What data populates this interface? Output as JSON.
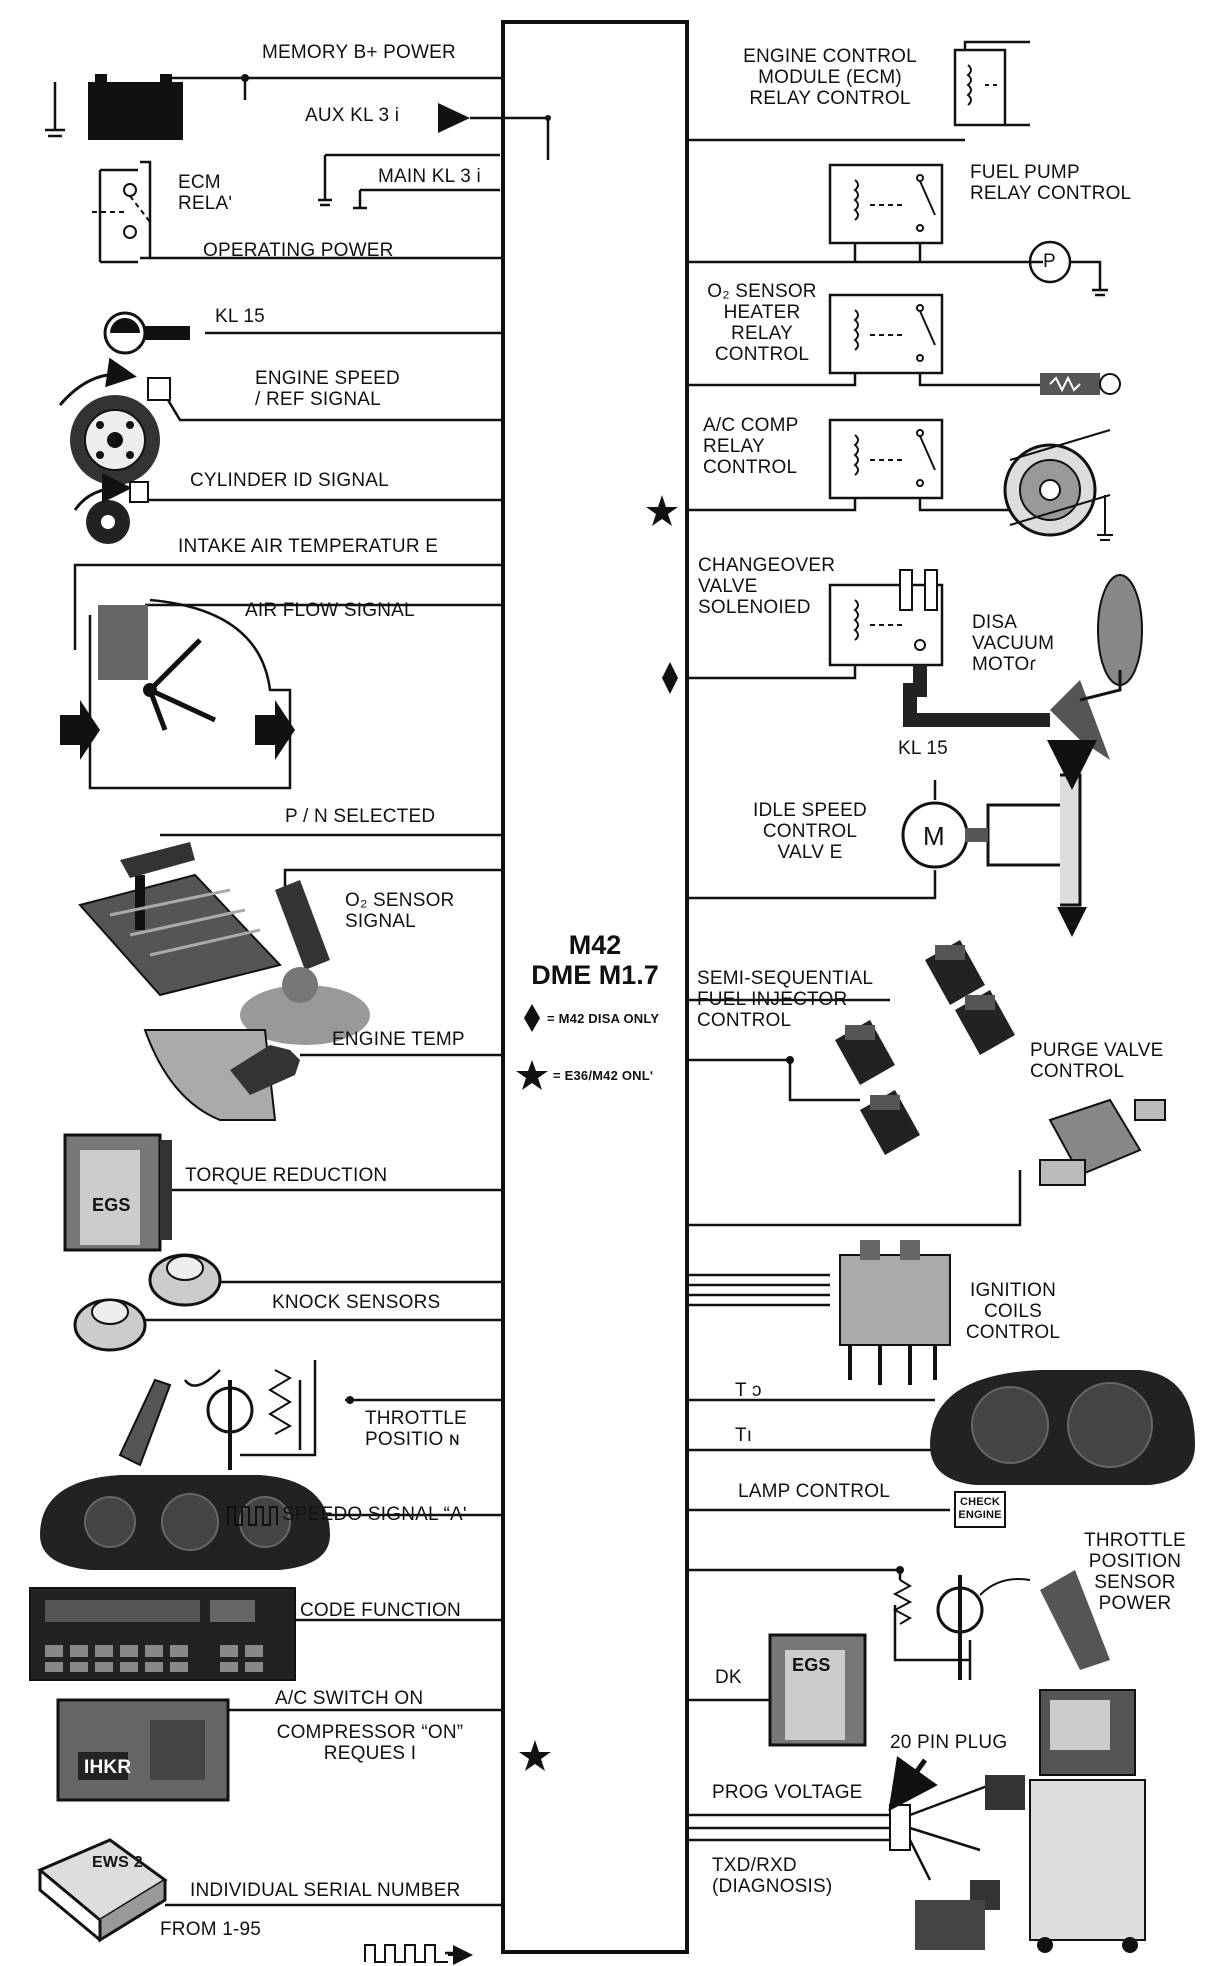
{
  "module": {
    "title_line1": "M42",
    "title_line2": "DME M1.7",
    "legend": [
      {
        "symbol": "diamond",
        "text": "= M42 DISA ONLY"
      },
      {
        "symbol": "star",
        "text": "= E36/M42 ONLʹ"
      }
    ]
  },
  "inputs": {
    "memory_power": "MEMORY B+ POWER",
    "aux_kl": "AUX KL 3 i",
    "ecm_relay": [
      "ECM",
      "RELAʹ"
    ],
    "main_kl": "MAIN KL 3 i",
    "operating_power": "OPERATING POWER",
    "kl15": "KL 15",
    "engine_speed": [
      "ENGINE SPEED",
      "/ REF SIGNAL"
    ],
    "cylinder_id": "CYLINDER ID SIGNAL",
    "intake_air_temp": "INTAKE AIR TEMPERATUR E",
    "air_flow": "AIR FLOW  SIGNAL",
    "pn_selected": "P / N SELECTED",
    "o2_sensor": [
      "O₂ SENSOR",
      "SIGNAL"
    ],
    "engine_temp": "ENGINE TEMP",
    "torque_reduction": "TORQUE REDUCTION",
    "egs_label": "EGS",
    "knock_sensors": "KNOCK SENSORS",
    "throttle_position": [
      "THROTTLE",
      "POSITIO ɴ"
    ],
    "speedo_signal": "SPEEDO SIGNAL “Aʹ",
    "code_function": "CODE FUNCTION",
    "ac_switch": "A/C SWITCH ON",
    "compressor_request": [
      "COMPRESSOR “ON”",
      "REQUES I"
    ],
    "ihkr_label": "IHKR",
    "ews_label": "EWS 2",
    "serial_number": "INDIVIDUAL SERIAL NUMBER",
    "from_date": "FROM 1-95"
  },
  "outputs": {
    "ecm_relay_control": [
      "ENGINE CONTROL",
      "MODULE (ECM)",
      "RELAY CONTROL"
    ],
    "fuel_pump_relay": [
      "FUEL PUMP",
      "RELAY CONTROL"
    ],
    "pump_symbol": "P",
    "o2_heater_relay": [
      "O₂ SENSOR",
      "HEATER",
      "RELAY",
      "CONTROL"
    ],
    "ac_comp_relay": [
      "A/C COMP",
      "RELAY",
      "CONTROL"
    ],
    "changeover_valve": [
      "CHANGEOVER",
      "VALVE",
      "SOLENOIED"
    ],
    "disa_motor": [
      "DISA",
      "VACUUM",
      "MOTOɾ"
    ],
    "kl15_right": "KL 15",
    "motor_symbol": "M",
    "idle_speed": [
      "IDLE SPEED",
      "CONTROL",
      "VALV E"
    ],
    "fuel_injector": [
      "SEMI-SEQUENTIAL",
      "FUEL INJECTOR",
      "CONTROL"
    ],
    "purge_valve": [
      "PURGE VALVE",
      "CONTROL"
    ],
    "ignition_coils": [
      "IGNITION",
      "COILS",
      "CONTROL"
    ],
    "td": "T ɔ",
    "ti": "Tı",
    "lamp_control": "LAMP CONTROL",
    "check_engine": [
      "CHECK",
      "ENGINE"
    ],
    "tps_power": [
      "THROTTLE",
      "POSITION",
      "SENSOR",
      "POWER"
    ],
    "dk": "DK",
    "egs_right": "EGS",
    "pin_plug": "20 PIN PLUG",
    "prog_voltage": "PROG VOLTAGE",
    "txd_rxd": [
      "TXD/RXD",
      "(DIAGNOSIS)"
    ]
  }
}
